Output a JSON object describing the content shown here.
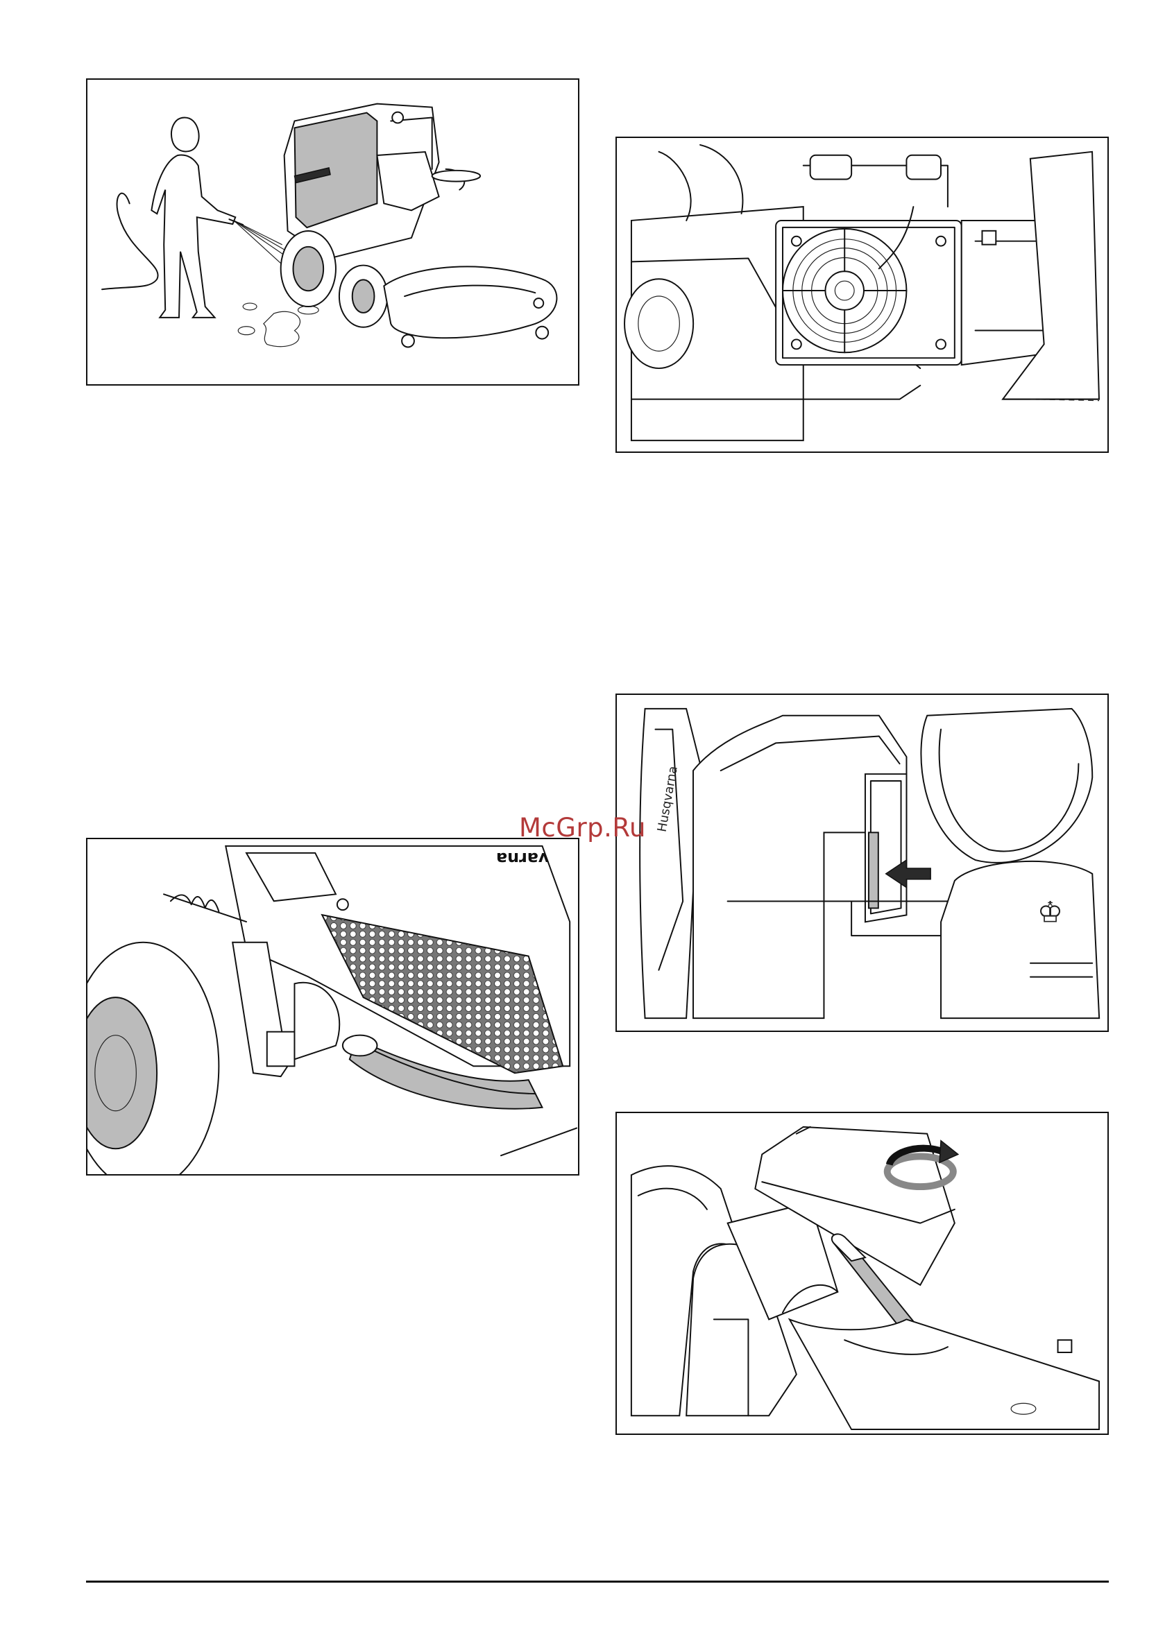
{
  "watermark": {
    "text": "McGrp.Ru",
    "color": "#b33a3a"
  },
  "figures": [
    {
      "id": "wash",
      "icon": "pressure-washer-cleaning-illustration"
    },
    {
      "id": "radiator",
      "icon": "radiator-fan-illustration"
    },
    {
      "id": "filter",
      "icon": "air-filter-insert-arrow-illustration"
    },
    {
      "id": "grille",
      "icon": "side-grille-illustration"
    },
    {
      "id": "cap",
      "icon": "tank-cap-rotate-illustration"
    }
  ]
}
